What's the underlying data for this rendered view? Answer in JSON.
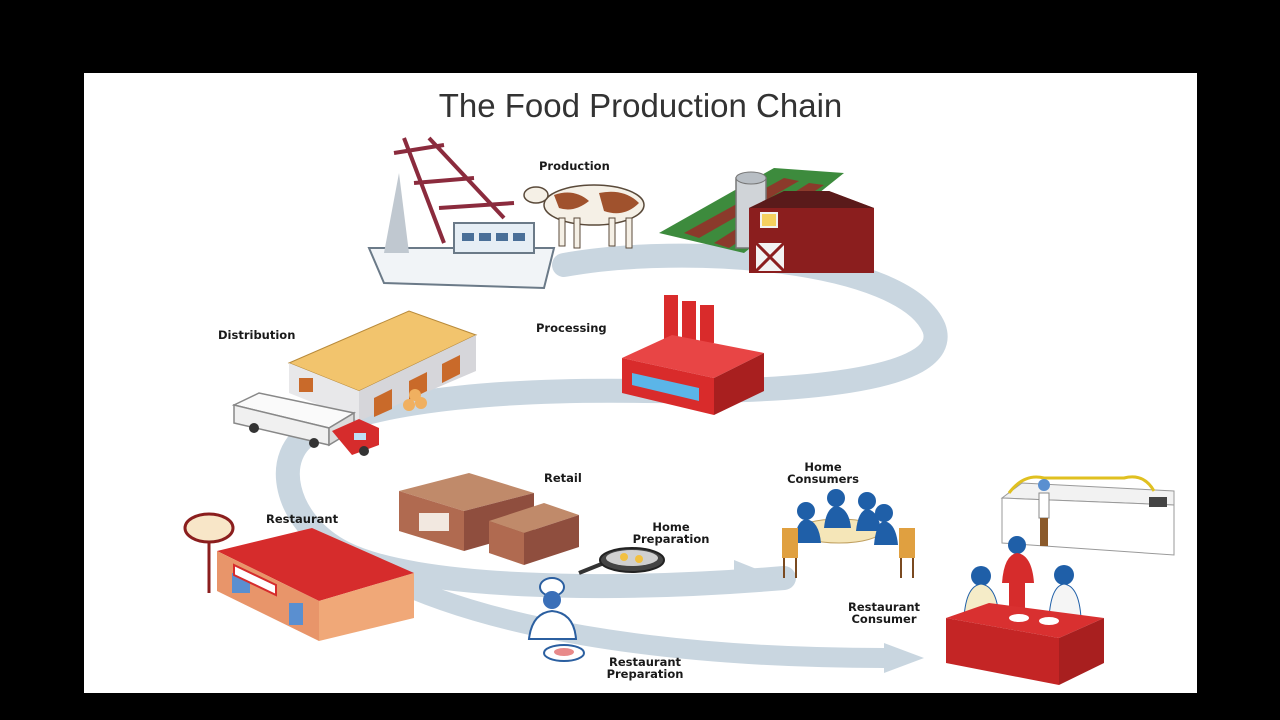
{
  "title": "The Food Production Chain",
  "labels": {
    "production": "Production",
    "processing": "Processing",
    "distribution": "Distribution",
    "retail": "Retail",
    "restaurant": "Restaurant",
    "home_preparation": "Home Preparation",
    "home_consumers": "Home Consumers",
    "restaurant_consumer": "Restaurant Consumer",
    "restaurant_preparation": "Restaurant Preparation"
  },
  "colors": {
    "arrow": "#c9d6e0",
    "barn": "#8b1e1e",
    "factory": "#d92b2b",
    "warehouse_roof": "#f2c46d",
    "restaurant_roof": "#d62c2c",
    "people": "#1f5fa8",
    "table": "#d93030"
  }
}
